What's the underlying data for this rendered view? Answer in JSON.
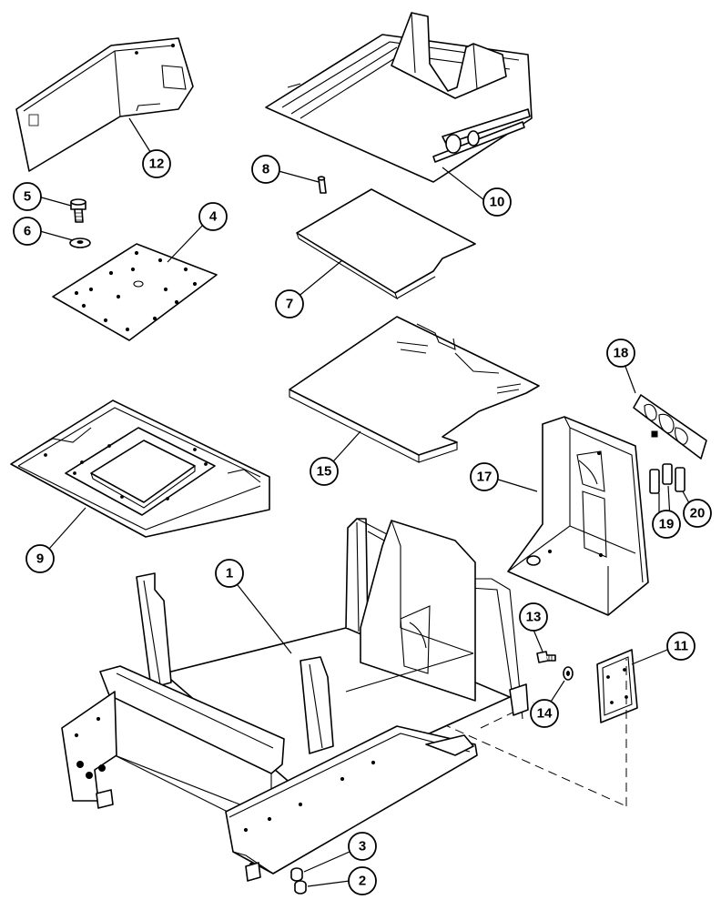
{
  "diagram": {
    "callouts": [
      {
        "id": "1",
        "label": "1"
      },
      {
        "id": "2",
        "label": "2"
      },
      {
        "id": "3",
        "label": "3"
      },
      {
        "id": "4",
        "label": "4"
      },
      {
        "id": "5",
        "label": "5"
      },
      {
        "id": "6",
        "label": "6"
      },
      {
        "id": "7",
        "label": "7"
      },
      {
        "id": "8",
        "label": "8"
      },
      {
        "id": "9",
        "label": "9"
      },
      {
        "id": "10",
        "label": "10"
      },
      {
        "id": "11",
        "label": "11"
      },
      {
        "id": "12",
        "label": "12"
      },
      {
        "id": "13",
        "label": "13"
      },
      {
        "id": "14",
        "label": "14"
      },
      {
        "id": "15",
        "label": "15"
      },
      {
        "id": "17",
        "label": "17"
      },
      {
        "id": "18",
        "label": "18"
      },
      {
        "id": "19",
        "label": "19"
      },
      {
        "id": "20",
        "label": "20"
      }
    ]
  }
}
